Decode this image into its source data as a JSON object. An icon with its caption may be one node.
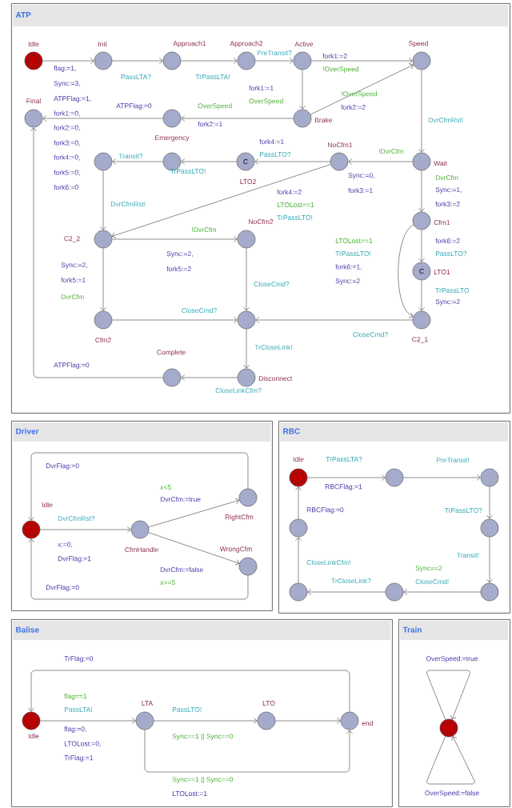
{
  "diagram": {
    "nodes": [
      {
        "text": [
          "ATP"
        ]
      },
      {
        "text": [
          "Idle"
        ],
        "in": 0
      },
      {
        "text": [
          "Init"
        ],
        "in": 0
      },
      {
        "text": [
          "Approach1"
        ],
        "in": 0
      },
      {
        "text": [
          "Approach2"
        ],
        "in": 0
      },
      {
        "text": [
          "Active"
        ],
        "in": 0
      },
      {
        "text": [
          "Speed"
        ],
        "in": 0
      },
      {
        "text": [
          "Final"
        ],
        "in": 0
      },
      {
        "text": [
          "Emergency"
        ],
        "in": 0
      },
      {
        "text": [
          "Brake"
        ],
        "in": 0
      },
      {
        "text": [],
        "shape": "circle",
        "in": 0
      },
      {
        "text": [],
        "shape": "circle",
        "in": 0
      },
      {
        "text": [
          "C",
          "LTO2"
        ],
        "in": 0
      },
      {
        "text": [
          "NoCfm1"
        ],
        "in": 0
      },
      {
        "text": [
          "Wait"
        ],
        "in": 0
      },
      {
        "text": [
          "C2_2"
        ],
        "in": 0
      },
      {
        "text": [
          "NoCfm2"
        ],
        "in": 0
      },
      {
        "text": [
          "Cfm1"
        ],
        "in": 0
      },
      {
        "text": [
          "C",
          "LTO1"
        ],
        "in": 0
      },
      {
        "text": [
          "Cfm2"
        ],
        "in": 0
      },
      {
        "text": [],
        "shape": "circle",
        "in": 0
      },
      {
        "text": [
          "C2_1"
        ],
        "in": 0
      },
      {
        "text": [
          "Complete"
        ],
        "in": 0
      },
      {
        "text": [
          "Disconnect"
        ],
        "in": 0
      },
      {
        "text": [
          "Driver"
        ]
      },
      {
        "text": [
          "Idle"
        ],
        "in": 24
      },
      {
        "text": [
          "CfmHandle"
        ],
        "in": 24
      },
      {
        "text": [
          "RightCfm"
        ],
        "in": 24
      },
      {
        "text": [
          "WrongCfm"
        ],
        "in": 24
      },
      {
        "text": [
          "RBC"
        ]
      },
      {
        "text": [
          "Idle"
        ],
        "in": 29
      },
      {
        "text": [],
        "shape": "circle",
        "in": 29
      },
      {
        "text": [],
        "shape": "circle",
        "in": 29
      },
      {
        "text": [],
        "shape": "circle",
        "in": 29
      },
      {
        "text": [],
        "shape": "circle",
        "in": 29
      },
      {
        "text": [],
        "shape": "circle",
        "in": 29
      },
      {
        "text": [],
        "shape": "circle",
        "in": 29
      },
      {
        "text": [],
        "shape": "circle",
        "in": 29
      },
      {
        "text": [
          "Balise"
        ]
      },
      {
        "text": [
          "Idle"
        ],
        "in": 38
      },
      {
        "text": [
          "LTA"
        ],
        "in": 38
      },
      {
        "text": [
          "LTO"
        ],
        "in": 38
      },
      {
        "text": [
          "end"
        ],
        "in": 38
      },
      {
        "text": [
          "Train"
        ]
      },
      {
        "text": [],
        "shape": "circle",
        "in": 43
      }
    ],
    "edges": [
      {
        "from": 1,
        "to": 2,
        "arrow": "to"
      },
      {
        "from": 2,
        "to": 3,
        "arrow": "to"
      },
      {
        "from": 3,
        "to": 4,
        "arrow": "to"
      },
      {
        "from": 4,
        "to": 5,
        "arrow": "to"
      },
      {
        "from": 5,
        "to": 6,
        "arrow": "to"
      },
      {
        "from": 5,
        "to": 9,
        "arrow": "to"
      },
      {
        "from": 9,
        "to": 6,
        "arrow": "to"
      },
      {
        "from": 9,
        "to": 8,
        "arrow": "to"
      },
      {
        "from": 8,
        "to": 7,
        "arrow": "to"
      },
      {
        "from": 6,
        "to": 14,
        "arrow": "to"
      },
      {
        "from": 14,
        "to": 13,
        "arrow": "to"
      },
      {
        "from": 13,
        "to": 12,
        "arrow": "to"
      },
      {
        "from": 12,
        "to": 11,
        "arrow": "to"
      },
      {
        "from": 11,
        "to": 10,
        "arrow": "to"
      },
      {
        "from": 10,
        "to": 15,
        "arrow": "to"
      },
      {
        "from": 13,
        "to": 15,
        "arrow": "to"
      },
      {
        "from": 14,
        "to": 17,
        "arrow": "to"
      },
      {
        "from": 17,
        "to": 18,
        "arrow": "to"
      },
      {
        "from": 18,
        "to": 21,
        "arrow": "to"
      },
      {
        "from": 17,
        "to": 21,
        "arrow": "to"
      },
      {
        "from": 15,
        "to": 16,
        "arrow": "to"
      },
      {
        "from": 15,
        "to": 19,
        "arrow": "to"
      },
      {
        "from": 16,
        "to": 20,
        "arrow": "to"
      },
      {
        "from": 19,
        "to": 20,
        "arrow": "to"
      },
      {
        "from": 21,
        "to": 20,
        "arrow": "to"
      },
      {
        "from": 20,
        "to": 23,
        "arrow": "to"
      },
      {
        "from": 23,
        "to": 22,
        "arrow": "to"
      },
      {
        "from": 22,
        "to": 7,
        "arrow": "to"
      },
      {
        "from": 25,
        "to": 26,
        "arrow": "to"
      },
      {
        "from": 26,
        "to": 27,
        "arrow": "to"
      },
      {
        "from": 26,
        "to": 28,
        "arrow": "to"
      },
      {
        "from": 27,
        "to": 25,
        "arrow": "to"
      },
      {
        "from": 28,
        "to": 25,
        "arrow": "to"
      },
      {
        "from": 30,
        "to": 31,
        "arrow": "to"
      },
      {
        "from": 31,
        "to": 32,
        "arrow": "to"
      },
      {
        "from": 32,
        "to": 34,
        "arrow": "to"
      },
      {
        "from": 34,
        "to": 37,
        "arrow": "to"
      },
      {
        "from": 37,
        "to": 36,
        "arrow": "to"
      },
      {
        "from": 36,
        "to": 35,
        "arrow": "to"
      },
      {
        "from": 35,
        "to": 33,
        "arrow": "to"
      },
      {
        "from": 33,
        "to": 30,
        "arrow": "to"
      },
      {
        "from": 39,
        "to": 40,
        "arrow": "to"
      },
      {
        "from": 40,
        "to": 41,
        "arrow": "to"
      },
      {
        "from": 41,
        "to": 42,
        "arrow": "to"
      },
      {
        "from": 40,
        "to": 42,
        "arrow": "to"
      },
      {
        "from": 42,
        "to": 39,
        "arrow": "to"
      },
      {
        "from": 44,
        "to": 44,
        "arrow": "to"
      },
      {
        "from": 44,
        "to": 44,
        "arrow": "to"
      }
    ],
    "labels": [
      "flag:=1,",
      "Sync:=3,",
      "ATPFlag:=1,",
      "fork1:=0,",
      "fork2:=0,",
      "fork3:=0,",
      "fork4:=0,",
      "fork5:=0,",
      "fork6:=0",
      "PassLTA?",
      "TrPassLTA!",
      "PreTransit?",
      "fork1:=2",
      "!OverSpeed",
      "fork1:=1",
      "OverSpeed",
      "!OverSpeed",
      "fork2:=2",
      "OverSpeed",
      "fork2:=1",
      "ATPFlag:=0",
      "DvrCfmRst!",
      "!DvrCfm",
      "Sync:=0,",
      "fork3:=1",
      "fork4:=1",
      "PassLTO?",
      "TrPassLTO!",
      "Transit?",
      "DvrCfmRst!",
      "fork4:=2",
      "LTOLost==1",
      "TrPassLTO!",
      "DvrCfm",
      "Sync:=1,",
      "fork3:=2",
      "fork6:=2",
      "PassLTO?",
      "TrPassLTO",
      "Sync:=2",
      "LTOLost==1",
      "TrPassLTO!",
      "fork6:=1,",
      "Sync:=2",
      "!DvrCfm",
      "Sync:=2,",
      "fork5:=2",
      "Sync:=2,",
      "fork5:=1",
      "DvrCfm",
      "CloseCmd?",
      "CloseCmd?",
      "CloseCmd?",
      "TrCloseLink!",
      "CloseLinkCfm?",
      "ATPFlag:=0",
      "DvrCfmRst?",
      "x:=0,",
      "DvrFlag:=1",
      "x<5",
      "DvrCfm:=true",
      "DvrCfm:=false",
      "x>=5",
      "DvrFlag:=0",
      "DvrFlag:=0",
      "TrPassLTA?",
      "RBCFlag:=1",
      "PreTransit!",
      "TrPassLTO?",
      "Transit!",
      "Sync==2",
      "CloseCmd!",
      "TrCloseLink?",
      "CloseLinkCfm!",
      "RBCFlag:=0",
      "TrFlag:=0",
      "flag==1",
      "PassLTA!",
      "flag:=0,",
      "LTOLost:=0,",
      "TrFlag:=1",
      "PassLTO!",
      "Sync==1 || Sync==0",
      "Sync==1 || Sync==0",
      "LTOLost:=1",
      "OverSpeed:=true",
      "OverSpeed:=false"
    ]
  }
}
